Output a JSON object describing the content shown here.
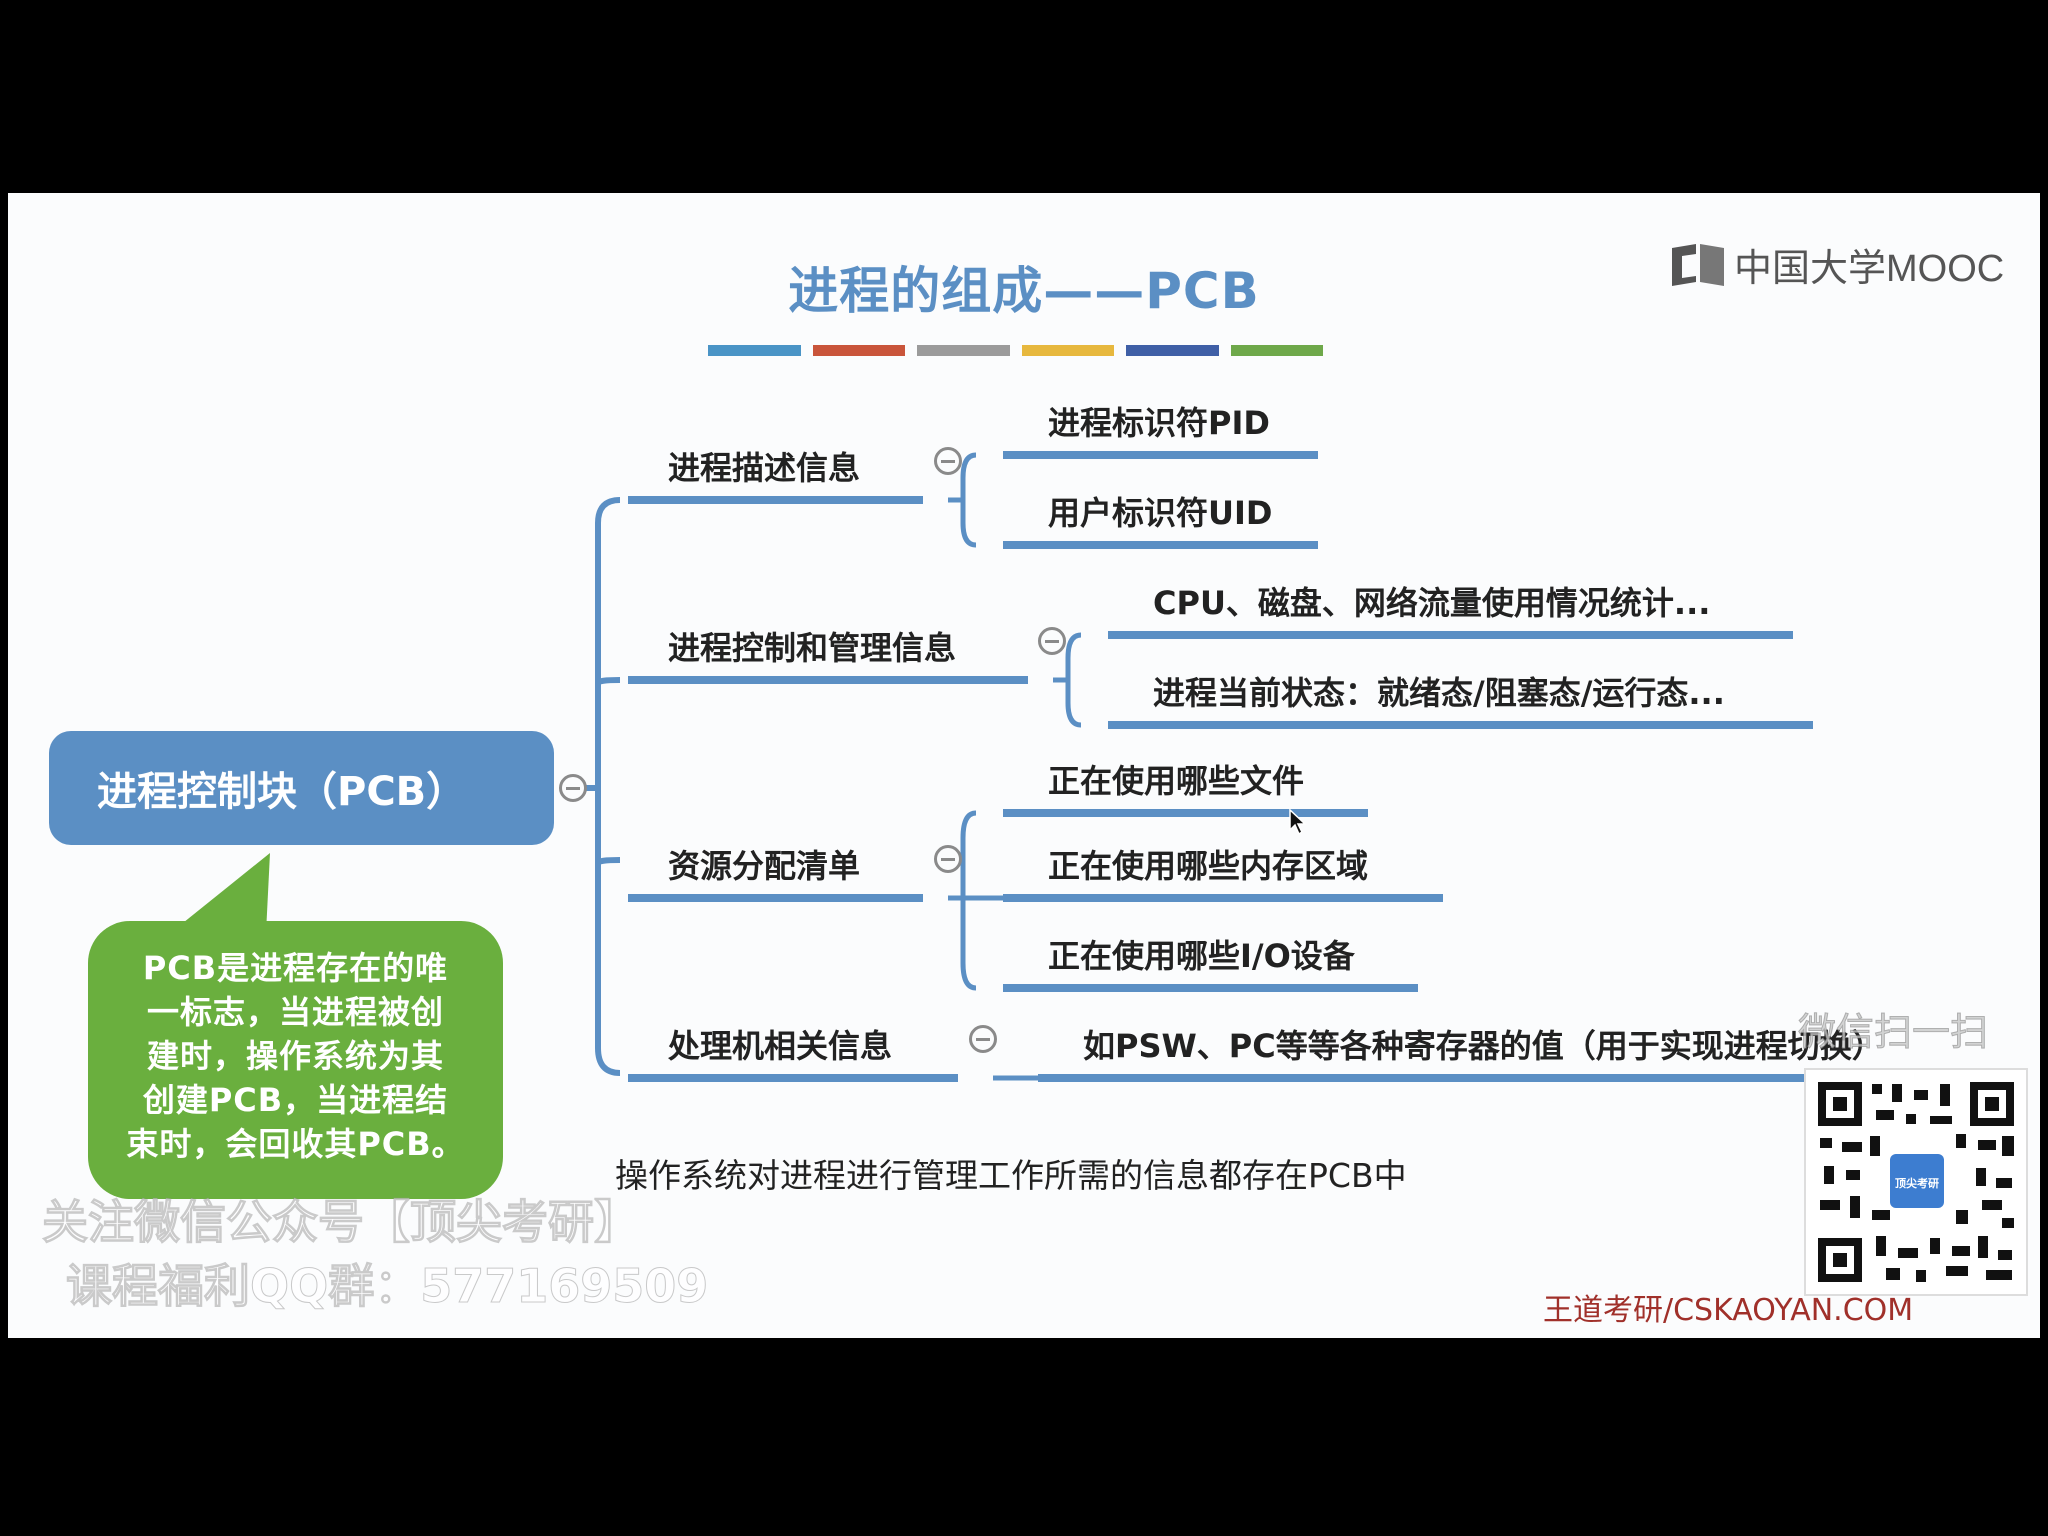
{
  "slide": {
    "title": "进程的组成——PCB",
    "brand_logo_text": "中国大学MOOC",
    "color_strip": [
      "#4a94c6",
      "#c9553b",
      "#9b9b9b",
      "#e7b83e",
      "#3f5fa6",
      "#6ea84a"
    ],
    "root_label": "进程控制块（PCB）",
    "branches": [
      {
        "label": "进程描述信息",
        "children": [
          "进程标识符PID",
          "用户标识符UID"
        ]
      },
      {
        "label": "进程控制和管理信息",
        "children": [
          "CPU、磁盘、网络流量使用情况统计...",
          "进程当前状态：就绪态/阻塞态/运行态..."
        ]
      },
      {
        "label": "资源分配清单",
        "children": [
          "正在使用哪些文件",
          "正在使用哪些内存区域",
          "正在使用哪些I/O设备"
        ]
      },
      {
        "label": "处理机相关信息",
        "children": [
          "如PSW、PC等等各种寄存器的值（用于实现进程切换）"
        ]
      }
    ],
    "bubble_lines": [
      "PCB是进程存在的唯",
      "一标志，当进程被创",
      "建时，操作系统为其",
      "创建PCB，当进程结",
      "束时，会回收其PCB。"
    ],
    "note": "操作系统对进程进行管理工作所需的信息都存在PCB中",
    "footer_brand": "王道考研/CSKAOYAN.COM",
    "watermark_line1": "关注微信公众号【顶尖考研】",
    "watermark_line2": "课程福利QQ群：577169509",
    "qr_caption": "微信扫一扫",
    "qr_center_text": "顶尖考研",
    "tree_line_color": "#5b8fc4"
  }
}
